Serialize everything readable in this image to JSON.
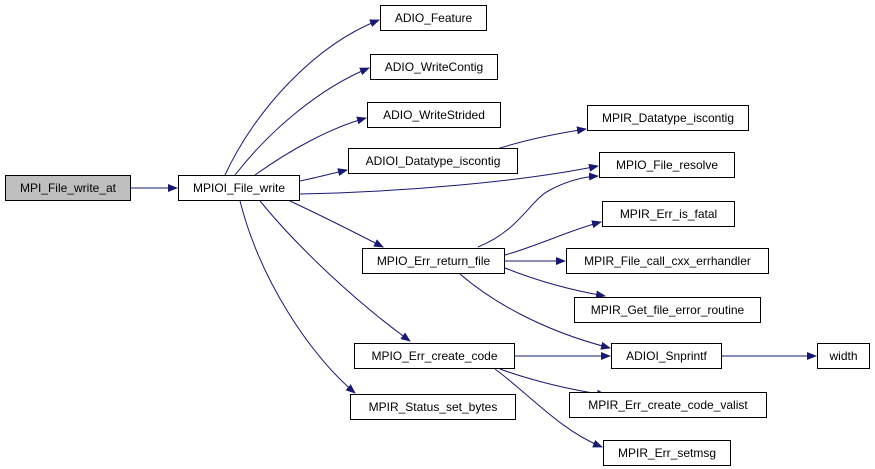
{
  "colors": {
    "edge": "#191970",
    "root_fill": "#bfbfbf",
    "node_fill": "#ffffff",
    "border": "#000000"
  },
  "nodes": {
    "mpi_file_write_at": "MPI_File_write_at",
    "mpioi_file_write": "MPIOI_File_write",
    "adio_feature": "ADIO_Feature",
    "adio_writecontig": "ADIO_WriteContig",
    "adio_writestrided": "ADIO_WriteStrided",
    "adioi_datatype_iscontig": "ADIOI_Datatype_iscontig",
    "mpir_datatype_iscontig": "MPIR_Datatype_iscontig",
    "mpio_file_resolve": "MPIO_File_resolve",
    "mpio_err_return_file": "MPIO_Err_return_file",
    "mpir_err_is_fatal": "MPIR_Err_is_fatal",
    "mpir_file_call_cxx_errhandler": "MPIR_File_call_cxx_errhandler",
    "mpir_get_file_error_routine": "MPIR_Get_file_error_routine",
    "mpio_err_create_code": "MPIO_Err_create_code",
    "adioi_snprintf": "ADIOI_Snprintf",
    "width": "width",
    "mpir_status_set_bytes": "MPIR_Status_set_bytes",
    "mpir_err_create_code_valist": "MPIR_Err_create_code_valist",
    "mpir_err_setmsg": "MPIR_Err_setmsg"
  }
}
